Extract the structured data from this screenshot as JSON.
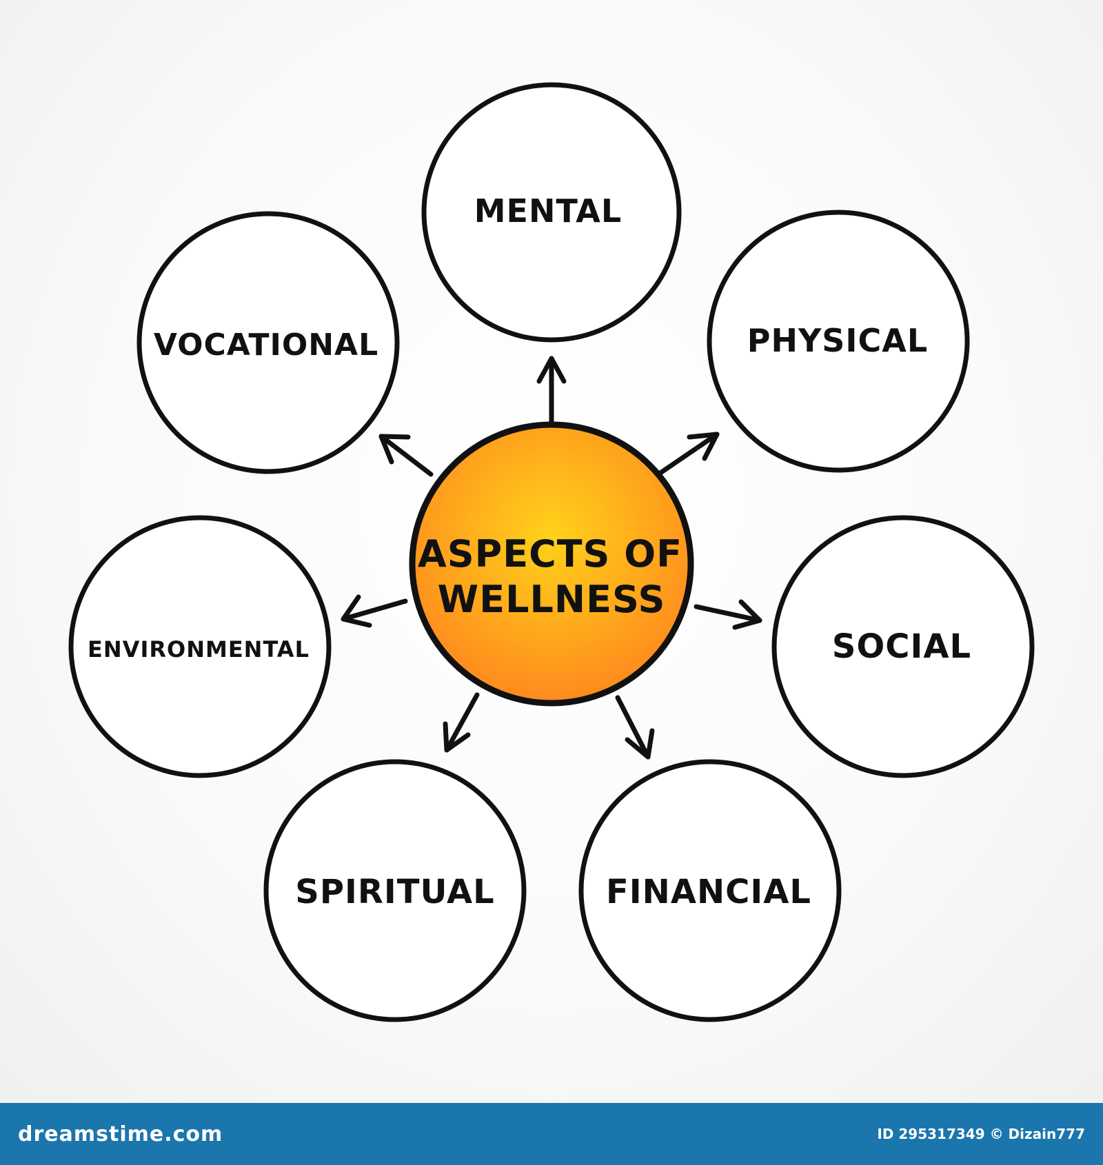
{
  "diagram": {
    "center": {
      "line1": "ASPECTS OF",
      "line2": "WELLNESS"
    },
    "nodes": [
      {
        "id": "mental",
        "label": "MENTAL"
      },
      {
        "id": "physical",
        "label": "PHYSICAL"
      },
      {
        "id": "social",
        "label": "SOCIAL"
      },
      {
        "id": "financial",
        "label": "FINANCIAL"
      },
      {
        "id": "spiritual",
        "label": "SPIRITUAL"
      },
      {
        "id": "environmental",
        "label": "ENVIRONMENTAL"
      },
      {
        "id": "vocational",
        "label": "VOCATIONAL"
      }
    ],
    "colors": {
      "center_fill_inner": "#ffd21a",
      "center_fill_outer": "#ff8a1e",
      "stroke": "#111111"
    }
  },
  "footer": {
    "site": "dreamstime.com",
    "image_id": "ID 295317349 © Dizain777"
  }
}
